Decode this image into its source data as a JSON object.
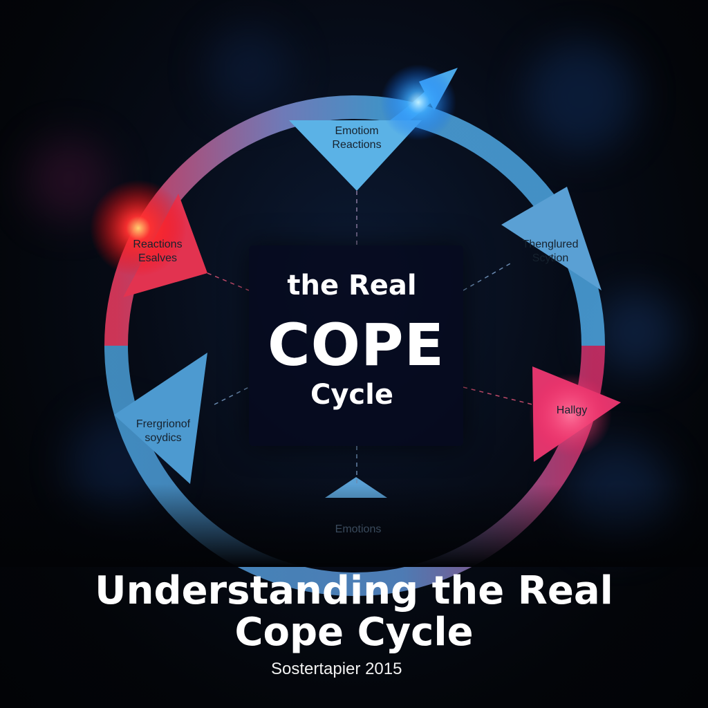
{
  "diagram": {
    "center": {
      "line1": "the Real",
      "line2": "COPE",
      "line3": "Cycle"
    },
    "nodes": [
      {
        "line1": "Emotiom",
        "line2": "Reactions"
      },
      {
        "line1": "Thenglured",
        "line2": "Scytion"
      },
      {
        "line1": "Hallgy",
        "line2": ""
      },
      {
        "line1": "Emotions",
        "line2": ""
      },
      {
        "line1": "Frergrionof",
        "line2": "soydics"
      },
      {
        "line1": "Reactions",
        "line2": "Esalves"
      }
    ],
    "colors": {
      "ring_blue": "#4a9fd8",
      "ring_red": "#e8335a",
      "glow_red": "#ff2a2a",
      "background": "#05070d"
    }
  },
  "footer": {
    "title_line1": "Understanding the Real",
    "title_line2": "Cope Cycle",
    "subtitle": "Sostertapier 2015"
  }
}
